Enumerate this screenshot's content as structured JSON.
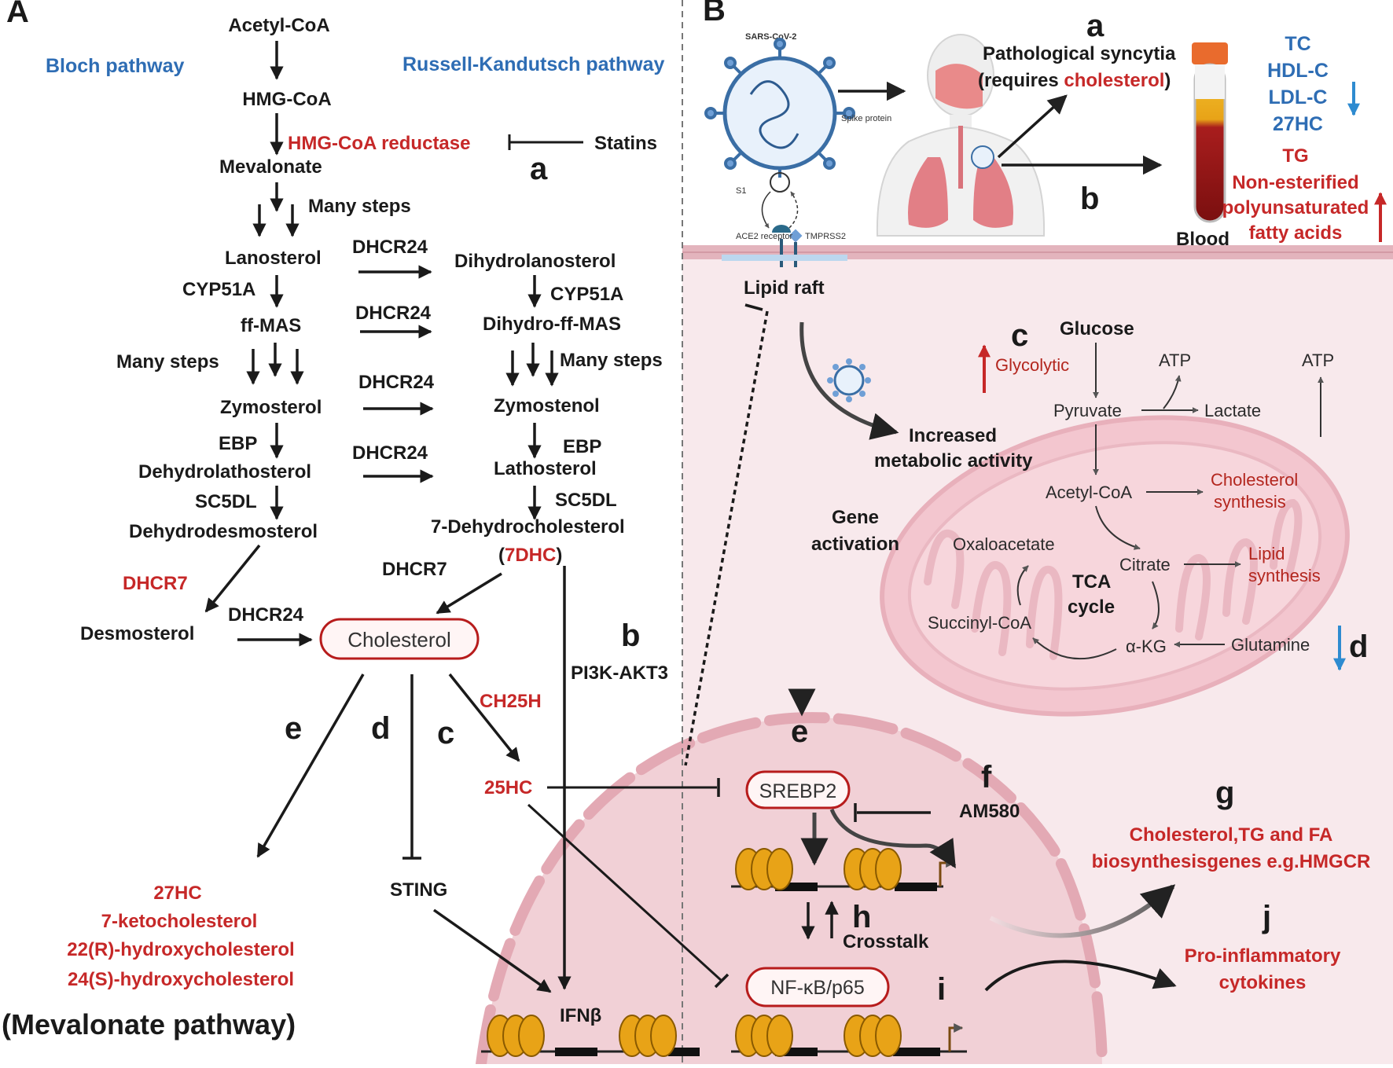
{
  "panel_labels": {
    "A": "A",
    "B": "B"
  },
  "panelA": {
    "bloch": "Bloch pathway",
    "russell": "Russell-Kandutsch pathway",
    "acetylcoa": "Acetyl-CoA",
    "hmgcoa": "HMG-CoA",
    "hmgcoa_reductase": "HMG-CoA reductase",
    "statins": "Statins",
    "mevalonate": "Mevalonate",
    "many_steps_1": "Many steps",
    "many_steps_2": "Many steps",
    "many_steps_3": "Many steps",
    "lanosterol": "Lanosterol",
    "dihydrolanosterol": "Dihydrolanosterol",
    "cyp51a_1": "CYP51A",
    "cyp51a_2": "CYP51A",
    "ffmas": "ff-MAS",
    "dihydroffmas": "Dihydro-ff-MAS",
    "zymosterol": "Zymosterol",
    "zymostenol": "Zymostenol",
    "ebp_1": "EBP",
    "ebp_2": "EBP",
    "dehydrolathosterol": "Dehydrolathosterol",
    "lathosterol": "Lathosterol",
    "sc5dl_1": "SC5DL",
    "sc5dl_2": "SC5DL",
    "dehydrodesmosterol": "Dehydrodesmosterol",
    "dehydrocholesterol": "7-Dehydrocholesterol",
    "sevendhc_open": "(",
    "sevendhc": "7DHC",
    "sevendhc_close": ")",
    "dhcr24_1": "DHCR24",
    "dhcr24_2": "DHCR24",
    "dhcr24_3": "DHCR24",
    "dhcr24_4": "DHCR24",
    "dhcr24_5": "DHCR24",
    "dhcr7_red": "DHCR7",
    "dhcr7_black": "DHCR7",
    "desmosterol": "Desmosterol",
    "cholesterol": "Cholesterol",
    "label_a": "a",
    "label_b": "b",
    "label_c": "c",
    "label_d": "d",
    "label_e": "e",
    "pi3k": "PI3K-AKT3",
    "ch25h": "CH25H",
    "hc25": "25HC",
    "sting": "STING",
    "oxy1": "27HC",
    "oxy2": "7-ketocholesterol",
    "oxy3": "22(R)-hydroxycholesterol",
    "oxy4": "24(S)-hydroxycholesterol",
    "mevalonate_pathway": "(Mevalonate pathway)",
    "ifnb": "IFNβ"
  },
  "panelB": {
    "sars": "SARS-CoV-2",
    "spike": "Spike protein",
    "s1": "S1",
    "ace2": "ACE2 receptor",
    "tmprss2": "TMPRSS2",
    "label_a": "a",
    "syncytia_1": "Pathological syncytia",
    "syncytia_2_pre": "(requires ",
    "syncytia_2_red": "cholesterol",
    "syncytia_2_post": ")",
    "label_b": "b",
    "blood": "Blood",
    "down": [
      "TC",
      "HDL-C",
      "LDL-C",
      "27HC"
    ],
    "up": [
      "TG",
      "Non-esterified",
      "polyunsaturated",
      "fatty acids"
    ],
    "lipid_raft": "Lipid raft",
    "label_c": "c",
    "glucose": "Glucose",
    "glycolytic": "Glycolytic",
    "atp1": "ATP",
    "atp2": "ATP",
    "pyruvate": "Pyruvate",
    "lactate": "Lactate",
    "increased_1": "Increased",
    "increased_2": "metabolic activity",
    "acetylcoa": "Acetyl-CoA",
    "chol_syn_1": "Cholesterol",
    "chol_syn_2": "synthesis",
    "gene_1": "Gene",
    "gene_2": "activation",
    "oxaloacetate": "Oxaloacetate",
    "citrate": "Citrate",
    "lipid_syn_1": "Lipid",
    "lipid_syn_2": "synthesis",
    "tca_1": "TCA",
    "tca_2": "cycle",
    "succinyl": "Succinyl-CoA",
    "akg": "α-KG",
    "glutamine": "Glutamine",
    "label_d": "d",
    "label_e": "e",
    "srebp2": "SREBP2",
    "label_f": "f",
    "am580": "AM580",
    "label_g": "g",
    "genes_1": "Cholesterol,TG and FA",
    "genes_2": "biosynthesisgenes e.g.HMGCR",
    "label_h": "h",
    "crosstalk": "Crosstalk",
    "label_j": "j",
    "proinf_1": "Pro-inflammatory",
    "proinf_2": "cytokines",
    "nfkb": "NF-κB/p65",
    "label_i": "i"
  },
  "colors": {
    "red": "#c62828",
    "blue": "#2e6db4",
    "pink_bg": "#f8e9ec",
    "membrane": "#e3b4bd",
    "nucleus": "#f1d0d6",
    "mito": "#f3c6cf",
    "histone": "#e8a317"
  }
}
